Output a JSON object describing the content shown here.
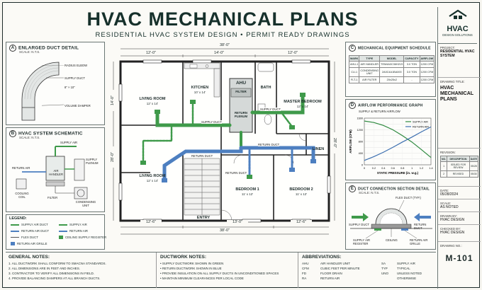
{
  "header": {
    "title": "HVAC MECHANICAL PLANS",
    "subtitle": "RESIDENTIAL HVAC SYSTEM DESIGN • PERMIT READY DRAWINGS"
  },
  "logo": {
    "name": "HVAC",
    "tagline": "DESIGN SOLUTIONS"
  },
  "detail_a": {
    "badge": "A",
    "title": "ENLARGED DUCT DETAIL",
    "scale": "SCALE: N.T.S.",
    "labels": {
      "radius_elbow": "RADIUS ELBOW",
      "supply_duct": "SUPPLY DUCT",
      "size": "8\" × 10\"",
      "volume_damper": "VOLUME DAMPER"
    }
  },
  "detail_b": {
    "badge": "B",
    "title": "HVAC SYSTEM SCHEMATIC",
    "scale": "SCALE: N.T.S.",
    "labels": {
      "supply_air": "SUPPLY AIR",
      "air_handler": "AIR HANDLER",
      "supply_plenum": "SUPPLY PLENUM",
      "return_air": "RETURN AIR",
      "cooling_coil": "COOLING COIL",
      "filter": "FILTER",
      "condensing_unit": "CONDENSING UNIT"
    }
  },
  "legend": {
    "title": "LEGEND:",
    "items": [
      {
        "label": "SUPPLY AIR DUCT",
        "color": "#3f9a4a"
      },
      {
        "label": "SUPPLY AIR",
        "color": "#3f9a4a"
      },
      {
        "label": "RETURN AIR DUCT",
        "color": "#4d7fc0"
      },
      {
        "label": "RETURN AIR",
        "color": "#4d7fc0"
      },
      {
        "label": "FLEX DUCT",
        "color": "#555555"
      },
      {
        "label": "CEILING SUPPLY REGISTER",
        "color": "#3f9a4a"
      },
      {
        "label": "RETURN AIR GRILLE",
        "color": "#4d7fc0"
      }
    ]
  },
  "plan": {
    "dims": {
      "overall_top": "38'-0\"",
      "overall_bottom": "38'-0\"",
      "top_a": "12'-0\"",
      "top_b": "14'-0\"",
      "top_c": "12'-0\"",
      "left": "14'-0\"",
      "left_total": "28'-0\"",
      "right_total": "28'-0\"",
      "bot_a": "12'-6\"",
      "bot_b": "13'-0\"",
      "bot_c": "12'-6\""
    },
    "rooms": {
      "living_top": {
        "name": "LIVING ROOM",
        "size": "12' x 14'"
      },
      "kitchen": {
        "name": "KITCHEN",
        "size": "10' x 14'"
      },
      "bath": {
        "name": "BATH",
        "size": ""
      },
      "master": {
        "name": "MASTER BEDROOM",
        "size": "12' x 14'"
      },
      "living_bottom": {
        "name": "LIVING ROOM",
        "size": "12' x 14'"
      },
      "bedroom1": {
        "name": "BEDROOM 1",
        "size": "11' x 12'"
      },
      "bedroom2": {
        "name": "BEDROOM 2",
        "size": "11' x 12'"
      },
      "linen": {
        "name": "LINEN",
        "size": ""
      },
      "entry": {
        "name": "ENTRY",
        "size": ""
      }
    },
    "ahu": {
      "name": "AHU",
      "filter": "FILTER",
      "plenum": "RETURN PLENUM"
    },
    "duct_labels": {
      "supply1": "SUPPLY DUCT",
      "supply2": "SUPPLY DUCT",
      "return1": "RETURN DUCT",
      "return2": "RETURN DUCT",
      "return3": "RETURN DUCT"
    }
  },
  "schedule": {
    "badge": "C",
    "title": "MECHANICAL EQUIPMENT SCHEDULE",
    "columns": [
      "MARK",
      "TYPE",
      "MODEL",
      "CAPACITY",
      "AIRFLOW"
    ],
    "rows": [
      [
        "AHU-1",
        "AIR HANDLER",
        "TEM4A0C36H21S",
        "3.0 TON",
        "1200 CFM"
      ],
      [
        "CU-1",
        "CONDENSING UNIT",
        "2A0C4A1BA000",
        "3.0 TON",
        "1200 CFM"
      ],
      [
        "FLT-1",
        "AIR FILTER",
        "20x25x2",
        "-",
        "1200 CFM"
      ]
    ]
  },
  "graph": {
    "badge": "D",
    "title": "AIRFLOW PERFORMANCE GRAPH",
    "subtitle": "SUPPLY & RETURN AIRFLOW",
    "legend": [
      "SUPPLY AIR",
      "RETURN AIR"
    ]
  },
  "chart_data": {
    "type": "line",
    "title": "AIRFLOW PERFORMANCE GRAPH",
    "xlabel": "STATIC PRESSURE (in. w.g.)",
    "ylabel": "AIRFLOW (CFM)",
    "xlim": [
      0,
      1.4
    ],
    "ylim": [
      0,
      1600
    ],
    "xticks": [
      0,
      0.2,
      0.4,
      0.6,
      0.8,
      1.0,
      1.2,
      1.4
    ],
    "yticks": [
      0,
      200,
      400,
      600,
      800,
      1000,
      1200,
      1400,
      1600
    ],
    "series": [
      {
        "name": "SUPPLY AIR",
        "color": "#2e8a3f",
        "x": [
          0,
          0.2,
          0.4,
          0.6,
          0.8,
          1.0,
          1.2,
          1.4
        ],
        "y": [
          1500,
          1450,
          1350,
          1200,
          1000,
          780,
          520,
          250
        ]
      },
      {
        "name": "RETURN AIR",
        "color": "#3c6fb0",
        "x": [
          0,
          0.2,
          0.4,
          0.6,
          0.8,
          1.0,
          1.2,
          1.4
        ],
        "y": [
          150,
          280,
          430,
          600,
          780,
          950,
          1130,
          1300
        ]
      }
    ]
  },
  "section": {
    "badge": "E",
    "title": "DUCT CONNECTION SECTION DETAIL",
    "scale": "SCALE: N.T.S.",
    "labels": {
      "flex": "FLEX DUCT (TYP.)",
      "supply_duct": "SUPPLY DUCT",
      "return_duct": "RETURN DUCT",
      "supply_reg": "SUPPLY AIR REGISTER",
      "ceiling": "CEILING",
      "return_grille": "RETURN AIR GRILLE"
    }
  },
  "titleblock": {
    "project_label": "PROJECT:",
    "project": "RESIDENTIAL HVAC SYSTEM",
    "drawing_title_label": "DRAWING TITLE:",
    "drawing_title": "HVAC MECHANICAL PLANS",
    "revision_label": "REVISION:",
    "rev_cols": [
      "NO.",
      "DESCRIPTION",
      "DATE"
    ],
    "rev_rows": [
      [
        "1",
        "ISSUED FOR REVIEW",
        "05/28"
      ],
      [
        "2",
        "REVISED",
        "05/30"
      ]
    ],
    "date_label": "DATE:",
    "date": "05/28/2024",
    "scale_label": "SCALE:",
    "scale": "AS NOTED",
    "drawn_label": "DRAWN BY:",
    "drawn": "HVAC DESIGN",
    "checked_label": "CHECKED BY:",
    "checked": "HVAC DESIGN",
    "number_label": "DRAWING NO.:",
    "number": "M-101"
  },
  "notes": {
    "general": {
      "title": "GENERAL NOTES:",
      "items": [
        "1. ALL DUCTWORK SHALL CONFORM TO SMACNA STANDARDS.",
        "2. ALL DIMENSIONS ARE IN FEET AND INCHES.",
        "3. CONTRACTOR TO VERIFY ALL DIMENSIONS IN FIELD.",
        "4. PROVIDE BALANCING DAMPERS AT ALL BRANCH DUCTS."
      ]
    },
    "ductwork": {
      "title": "DUCTWORK NOTES:",
      "items": [
        "• SUPPLY DUCTWORK SHOWN IN GREEN",
        "• RETURN DUCTWORK SHOWN IN BLUE",
        "• PROVIDE INSULATION ON ALL SUPPLY DUCTS IN UNCONDITIONED SPACES",
        "• MAINTAIN MINIMUM CLEARANCES PER LOCAL CODE"
      ]
    },
    "abbr": {
      "title": "ABBREVIATIONS:",
      "items": [
        [
          "AHU",
          "AIR HANDLER UNIT",
          "SA",
          "SUPPLY AIR"
        ],
        [
          "CFM",
          "CUBIC FEET PER MINUTE",
          "TYP",
          "TYPICAL"
        ],
        [
          "FD",
          "FLOOR DRAIN",
          "UNO",
          "UNLESS NOTED OTHERWISE"
        ],
        [
          "RA",
          "RETURN AIR",
          "",
          ""
        ]
      ]
    }
  }
}
